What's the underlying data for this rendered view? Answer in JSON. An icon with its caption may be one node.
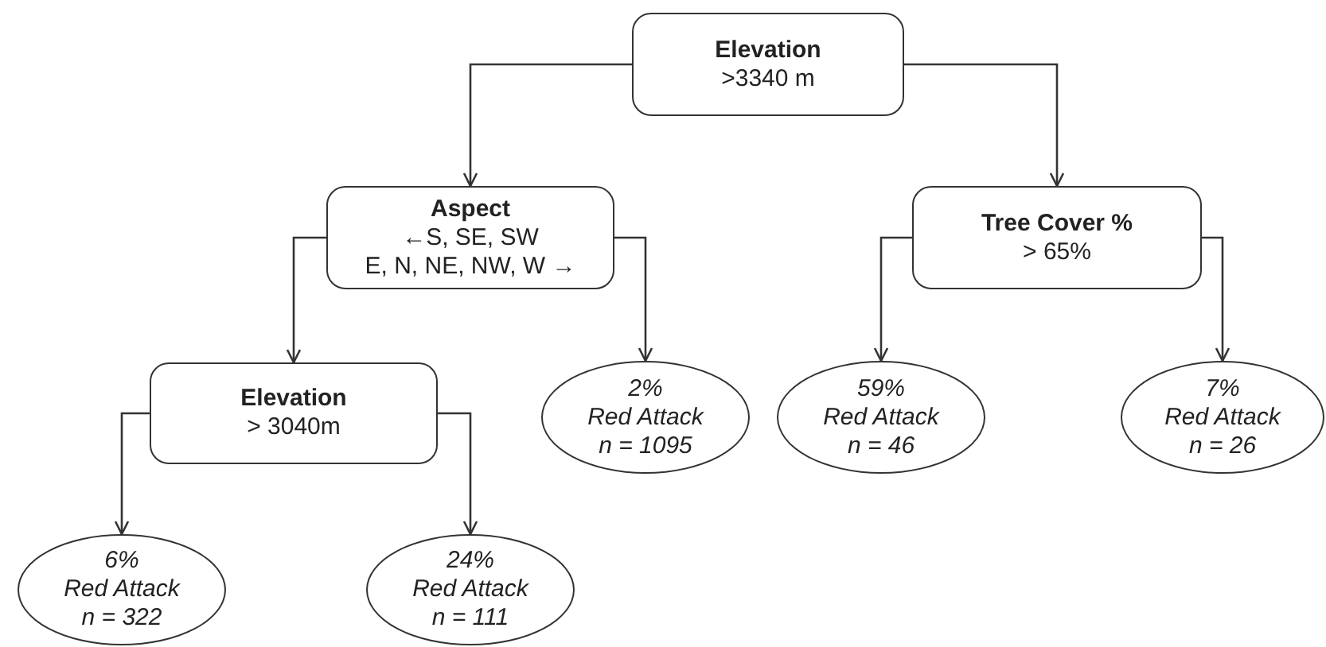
{
  "diagram": {
    "nodes": [
      {
        "text": [
          "Elevation",
          ">3340 m"
        ]
      },
      {
        "text": [
          "Aspect",
          "←S, SE, SW",
          "E, N, NE, NW, W →"
        ]
      },
      {
        "text": [
          "Tree Cover %",
          "> 65%"
        ]
      },
      {
        "text": [
          "Elevation",
          "> 3040m"
        ]
      },
      {
        "text": [
          "2%",
          "Red Attack",
          "n = 1095"
        ]
      },
      {
        "text": [
          "59%",
          "Red Attack",
          "n = 46"
        ]
      },
      {
        "text": [
          "7%",
          "Red Attack",
          "n = 26"
        ]
      },
      {
        "text": [
          "6%",
          "Red Attack",
          "n = 322"
        ]
      },
      {
        "text": [
          "24%",
          "Red Attack",
          "n = 111"
        ]
      }
    ],
    "edges": [
      {
        "from": 0,
        "to": 1,
        "arrow": "to"
      },
      {
        "from": 0,
        "to": 2,
        "arrow": "to"
      },
      {
        "from": 1,
        "to": 3,
        "arrow": "to"
      },
      {
        "from": 1,
        "to": 4,
        "arrow": "to"
      },
      {
        "from": 2,
        "to": 5,
        "arrow": "to"
      },
      {
        "from": 2,
        "to": 6,
        "arrow": "to"
      },
      {
        "from": 3,
        "to": 7,
        "arrow": "to"
      },
      {
        "from": 3,
        "to": 8,
        "arrow": "to"
      }
    ]
  }
}
